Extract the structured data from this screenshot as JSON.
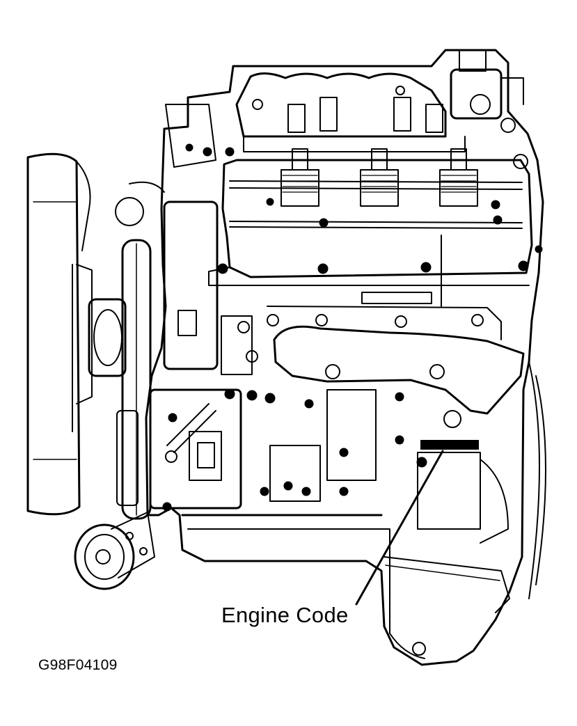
{
  "diagram": {
    "subject": "engine-side-view",
    "callout": {
      "text": "Engine Code"
    },
    "figure_id": "G98F04109",
    "ink_color": "#000000",
    "background_color": "#ffffff"
  }
}
